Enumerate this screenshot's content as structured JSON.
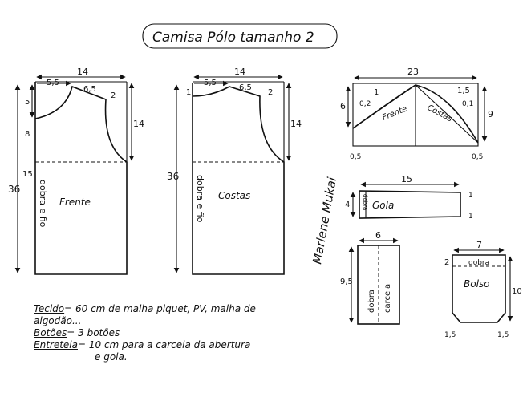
{
  "title": "Camisa Pólo tamanho 2",
  "frente": {
    "width": "14",
    "neck_w": "5,5",
    "shoulder": "6,5",
    "drop": "2",
    "neck_depth": "5",
    "small": "8",
    "armhole": "14",
    "length": "36",
    "mark15": "15",
    "fold": "dobra e fio",
    "label": "Frente"
  },
  "costas": {
    "width": "14",
    "neck_w": "5,5",
    "shoulder": "6,5",
    "drop": "2",
    "neck_depth": "1",
    "armhole": "14",
    "length": "36",
    "fold": "dobra e fio",
    "label": "Costas"
  },
  "manga": {
    "width": "23",
    "left_h": "6",
    "right_h": "9",
    "top": "1",
    "mid": "1,5",
    "l_in": "0,2",
    "r_in": "0,1",
    "l_bottom": "0,5",
    "r_bottom": "0,5",
    "frente": "Frente",
    "costas": "Costas"
  },
  "gola": {
    "width": "15",
    "height": "4",
    "label": "Gola",
    "fold": "dobra",
    "r1": "1",
    "r2": "1"
  },
  "carcela": {
    "width": "6",
    "height": "9,5",
    "fold": "dobra",
    "label": "carcela"
  },
  "bolso": {
    "width": "7",
    "fold_h": "2",
    "fold": "dobra",
    "label": "Bolso",
    "height": "10",
    "l_corner": "1,5",
    "r_corner": "1,5"
  },
  "signature": "Marlene Mukai",
  "notes": {
    "tecido_label": "Tecido",
    "tecido_text": "= 60 cm de malha piquet, PV, malha de",
    "tecido_text2": "algodão...",
    "botoes_label": "Botões",
    "botoes_text": "= 3 botões",
    "entretela_label": "Entretela",
    "entretela_text": "= 10 cm para a carcela da abertura",
    "entretela_text2": "e gola."
  }
}
